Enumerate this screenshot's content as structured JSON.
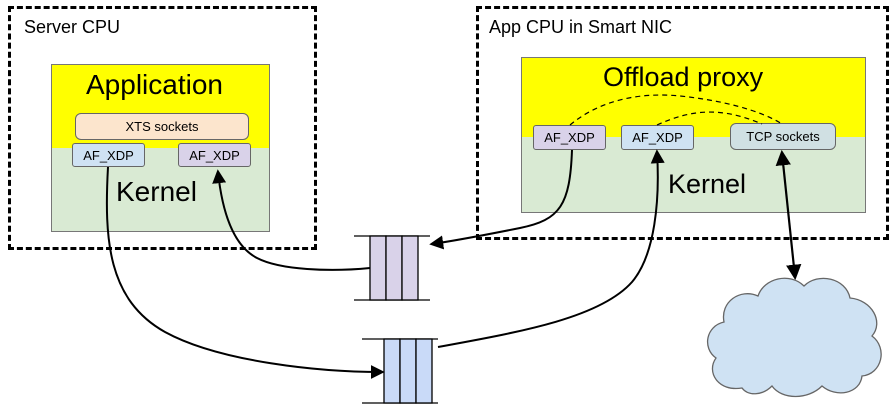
{
  "server": {
    "title": "Server CPU",
    "app_label": "Application",
    "kernel_label": "Kernel",
    "xts_label": "XTS sockets",
    "afxdp_left": "AF_XDP",
    "afxdp_right": "AF_XDP"
  },
  "nic": {
    "title": "App CPU in Smart NIC",
    "proxy_label": "Offload proxy",
    "kernel_label": "Kernel",
    "afxdp_left": "AF_XDP",
    "afxdp_right": "AF_XDP",
    "tcp_label": "TCP sockets"
  },
  "colors": {
    "yellow": "#ffff00",
    "kernel_green": "#d9ead3",
    "xts_peach": "#fce5cd",
    "afxdp_blue": "#cfe2f3",
    "afxdp_purple": "#d9d2e9",
    "queue_purple": "#d9d2e9",
    "queue_blue": "#c9daf8",
    "cloud_blue": "#cfe2f3"
  },
  "icons": {
    "cloud": "cloud-icon",
    "queue_top": "queue-icon",
    "queue_bottom": "queue-icon"
  }
}
